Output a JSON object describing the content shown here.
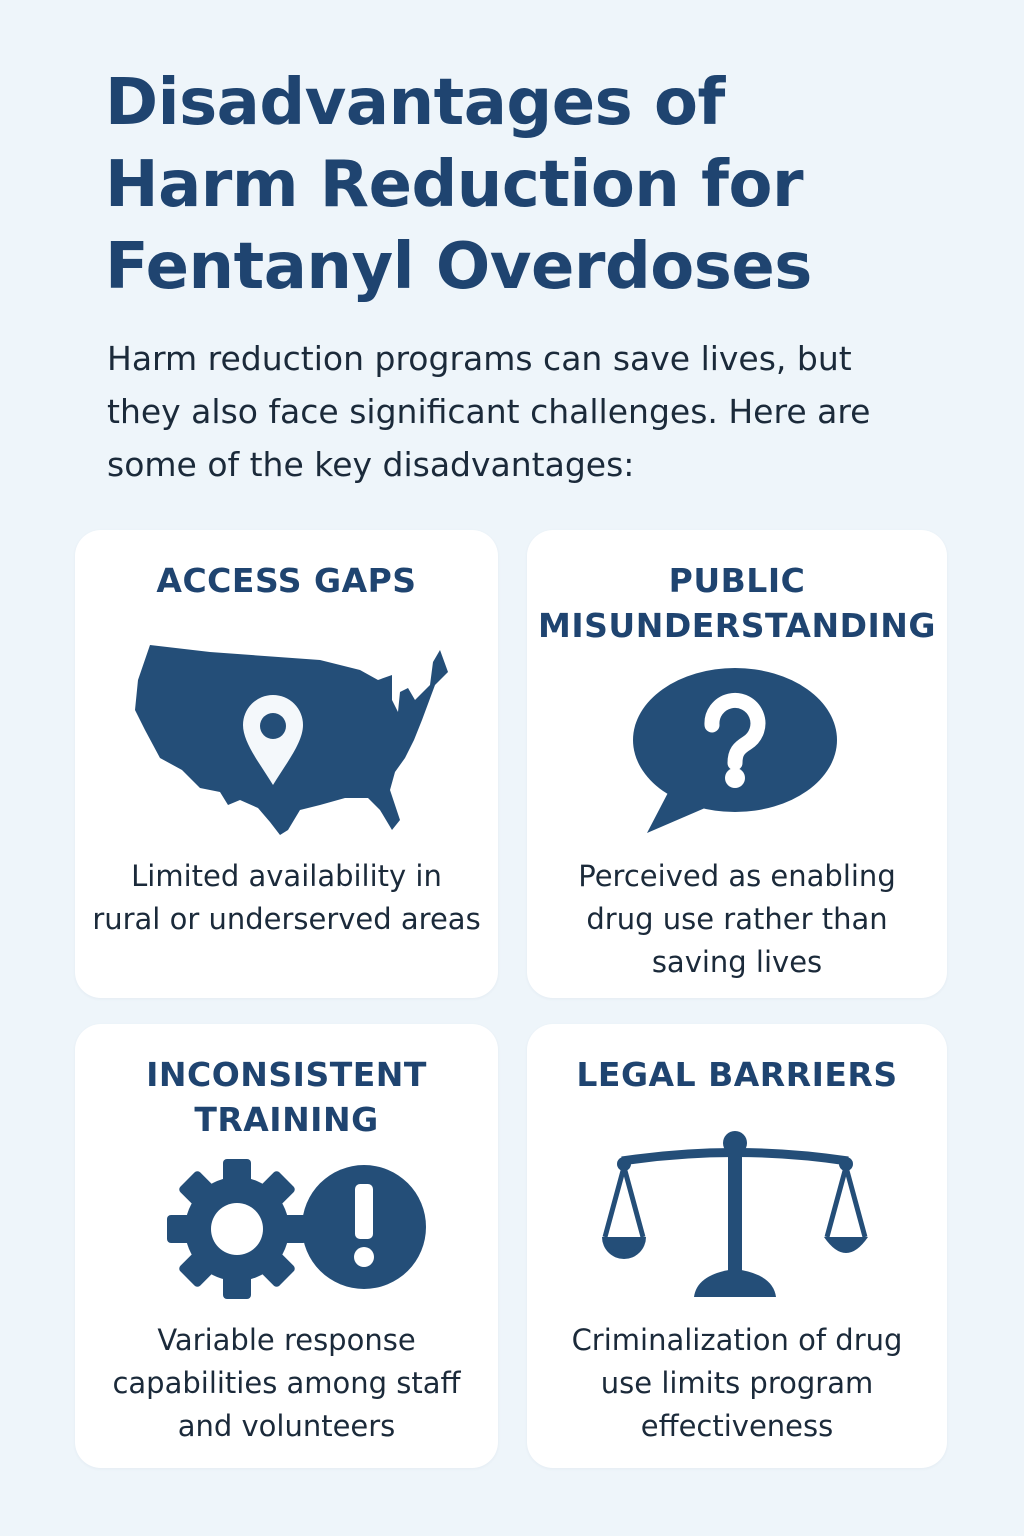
{
  "header": {
    "title_lines": [
      "Disadvantages of",
      "Harm Reduction for",
      "Fentanyl Overdoses"
    ],
    "intro": "Harm reduction programs can save lives, but they also face significant challenges. Here are some of the key disadvantages:"
  },
  "colors": {
    "background": "#eef5fa",
    "card": "#ffffff",
    "accent": "#244e78",
    "title": "#1f4470"
  },
  "cards": [
    {
      "title_lines": [
        "ACCESS GAPS"
      ],
      "icon": "us-map-location-pin-icon",
      "description_lines": [
        "Limited availability in",
        "rural or underserved areas"
      ]
    },
    {
      "title_lines": [
        "PUBLIC",
        "MISUNDERSTANDING"
      ],
      "icon": "question-speech-bubble-icon",
      "description_lines": [
        "Perceived as enabling",
        "drug use rather than",
        "saving lives"
      ]
    },
    {
      "title_lines": [
        "INCONSISTENT",
        "TRAINING"
      ],
      "icon": "gear-exclamation-icon",
      "description_lines": [
        "Variable response",
        "capabilities among staff",
        "and volunteers"
      ]
    },
    {
      "title_lines": [
        "LEGAL BARRIERS"
      ],
      "icon": "scales-of-justice-icon",
      "description_lines": [
        "Criminalization of drug",
        "use limits program",
        "effectiveness"
      ]
    }
  ]
}
